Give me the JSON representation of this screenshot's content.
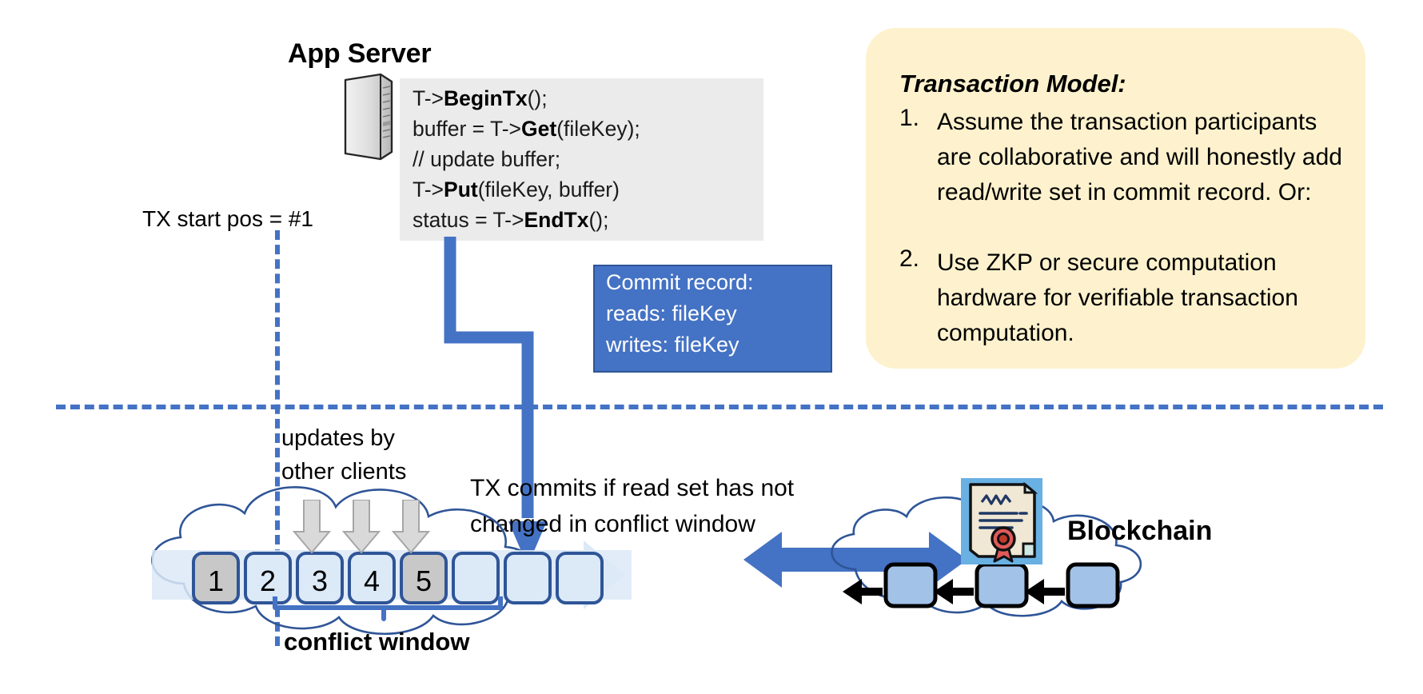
{
  "app_server": {
    "title": "App Server",
    "icon": "server-icon",
    "code": [
      {
        "plain1": "T->",
        "bold": "BeginTx",
        "plain2": "();"
      },
      {
        "plain1": "buffer = T->",
        "bold": "Get",
        "plain2": "(fileKey);"
      },
      {
        "plain1": "// update buffer;",
        "bold": "",
        "plain2": ""
      },
      {
        "plain1": "T->",
        "bold": "Put",
        "plain2": "(fileKey, buffer)"
      },
      {
        "plain1": "status = T->",
        "bold": "EndTx",
        "plain2": "();"
      }
    ]
  },
  "tx_start": {
    "label": "TX start pos = #1"
  },
  "commit_record": {
    "title": "Commit record:",
    "reads": "reads: fileKey",
    "writes": "writes: fileKey",
    "fill_color": "#4472c4"
  },
  "transaction_model": {
    "title": "Transaction Model:",
    "bg_color": "#fdf2cd",
    "items": [
      {
        "num": "1.",
        "text": "Assume the transaction participants are collaborative and will honestly add read/write set in commit record.  Or:"
      },
      {
        "num": "2.",
        "text": "Use ZKP or secure computation hardware for verifiable transaction computation."
      }
    ]
  },
  "ledger": {
    "updates_label": "updates by\nother clients",
    "tx_commits_label": "TX commits if read set has not\nchanged in conflict window",
    "conflict_window_label": "conflict window",
    "blocks": [
      {
        "label": "1",
        "state": "committed"
      },
      {
        "label": "2",
        "state": "other"
      },
      {
        "label": "3",
        "state": "other"
      },
      {
        "label": "4",
        "state": "other"
      },
      {
        "label": "5",
        "state": "committed"
      },
      {
        "label": "",
        "state": "empty"
      },
      {
        "label": "",
        "state": "empty"
      },
      {
        "label": "",
        "state": "empty"
      }
    ],
    "committed_color": "#c8c8c8",
    "other_color": "#dce9f7",
    "block_border_color": "#2f5597"
  },
  "blockchain": {
    "label": "Blockchain",
    "icon": "certificate-icon",
    "block_count": 3,
    "block_color": "#a3c2e8"
  },
  "accent": {
    "blue": "#4472c4",
    "dark_blue": "#2f5597",
    "cloud_stroke": "#4472c4",
    "gray_arrow": "#bfbfbf"
  }
}
